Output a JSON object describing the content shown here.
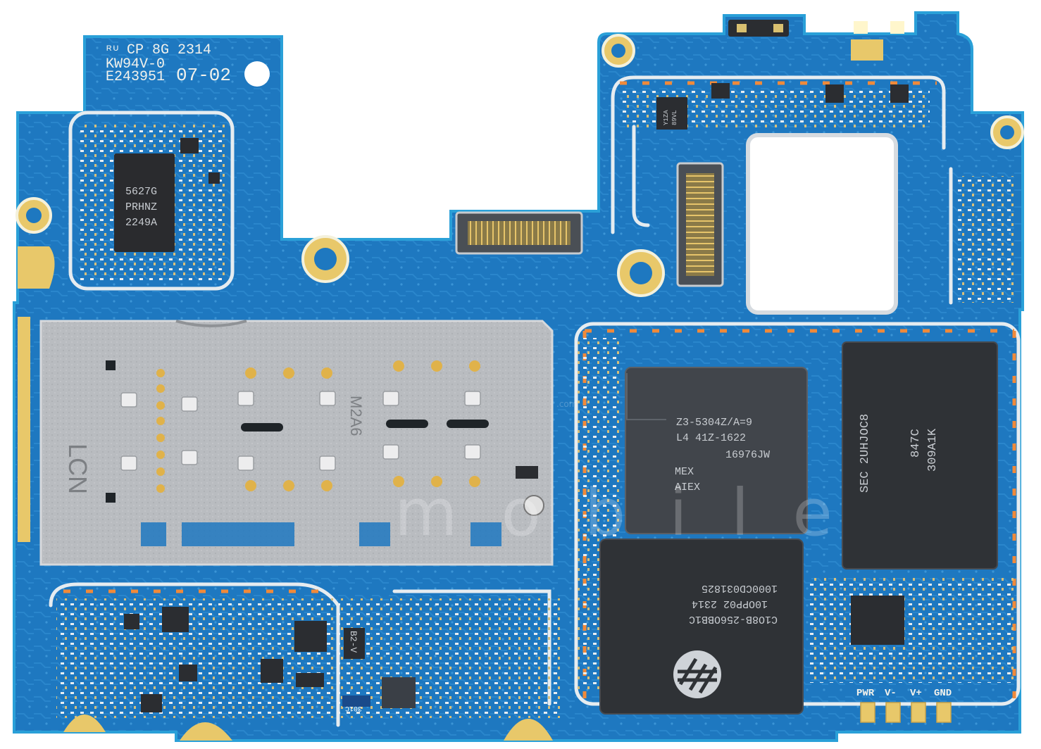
{
  "board": {
    "pcb_color": "#1e78c0",
    "pcb_edge_color": "#2aa0d8",
    "silkscreen": {
      "cert_line1": "CP 8G",
      "cert_code": "2314",
      "cert_line2": "KW94V-0",
      "cert_line3": "E243951",
      "cert_date": "07-02",
      "comp_label_1": "B2-V",
      "comp_label_2": "301C",
      "test_pads": [
        "PWR",
        "V-",
        "V+",
        "GND"
      ]
    },
    "chips": {
      "pmic": {
        "lines": [
          "5627G",
          "PRHNZ",
          "2249A"
        ]
      },
      "soc": {
        "lines": [
          "Z3-5304Z/A=9",
          "L4  41Z-1622",
          "16976JW",
          "MEX",
          "AIEX"
        ]
      },
      "ram": {
        "lines": [
          "SEC 2UHJOC8",
          "847C",
          "309A1K"
        ]
      },
      "storage": {
        "lines": [
          "C1O8B-256OBB1C",
          "10OPP02  2314",
          "1000CD031825"
        ]
      },
      "small_top": {
        "lines": [
          "Y1ZA",
          "89VL"
        ]
      }
    },
    "sim_tray": {
      "label_a": "LCN",
      "label_b": "M2A6"
    },
    "watermark": {
      "text": "mobile",
      "small_text": ".com"
    }
  }
}
